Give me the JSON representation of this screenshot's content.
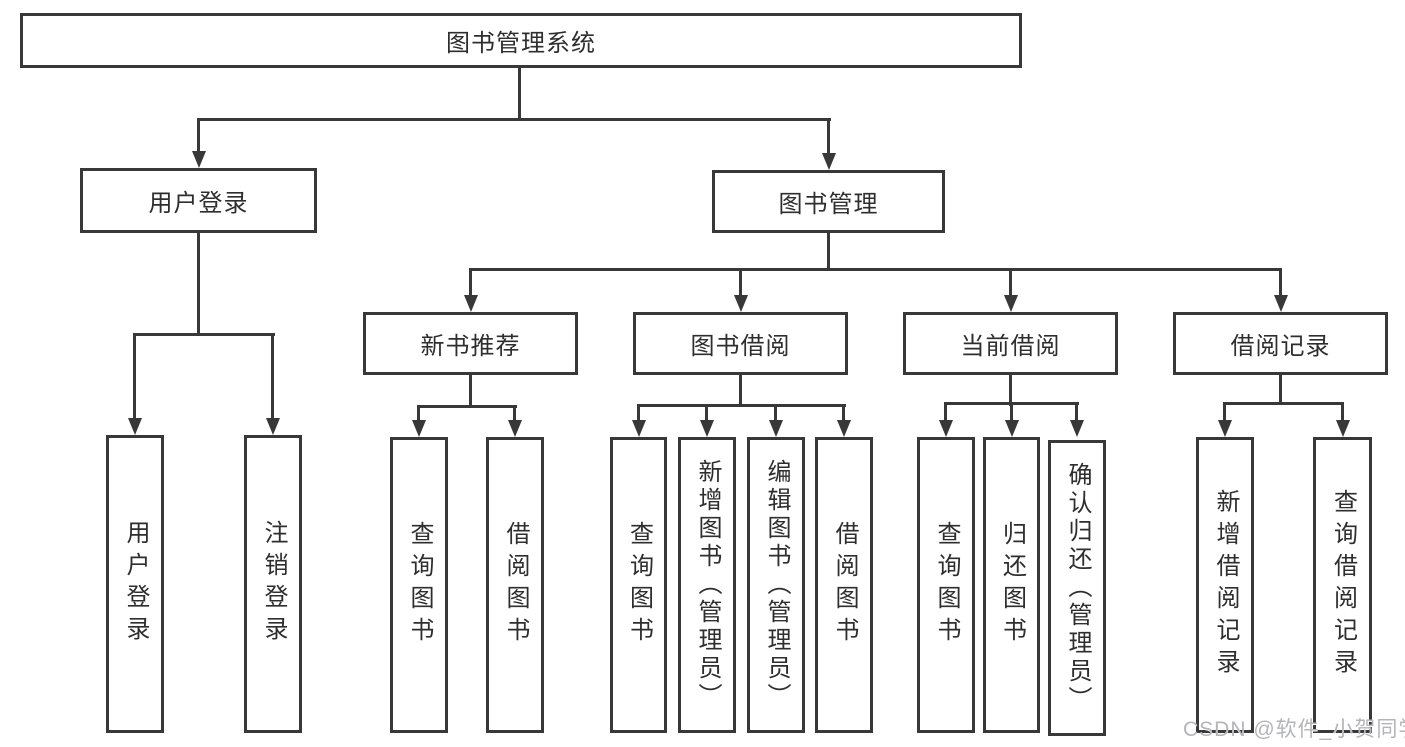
{
  "tree": {
    "root": {
      "label": "图书管理系统",
      "children": [
        {
          "label": "用户登录",
          "children": [
            {
              "label": "用户登录"
            },
            {
              "label": "注销登录"
            }
          ]
        },
        {
          "label": "图书管理",
          "children": [
            {
              "label": "新书推荐",
              "children": [
                {
                  "label": "查询图书"
                },
                {
                  "label": "借阅图书"
                }
              ]
            },
            {
              "label": "图书借阅",
              "children": [
                {
                  "label": "查询图书"
                },
                {
                  "label": "新增图书（管理员）"
                },
                {
                  "label": "编辑图书（管理员）"
                },
                {
                  "label": "借阅图书"
                }
              ]
            },
            {
              "label": "当前借阅",
              "children": [
                {
                  "label": "查询图书"
                },
                {
                  "label": "归还图书"
                },
                {
                  "label": "确认归还（管理员）"
                }
              ]
            },
            {
              "label": "借阅记录",
              "children": [
                {
                  "label": "新增借阅记录"
                },
                {
                  "label": "查询借阅记录"
                }
              ]
            }
          ]
        }
      ]
    }
  },
  "watermark": {
    "text": "CSDN @软件_小贺同学"
  },
  "colors": {
    "line": "#383838",
    "text": "#2e2e2e",
    "background": "#ffffff",
    "watermark": "#b4b4bb"
  }
}
